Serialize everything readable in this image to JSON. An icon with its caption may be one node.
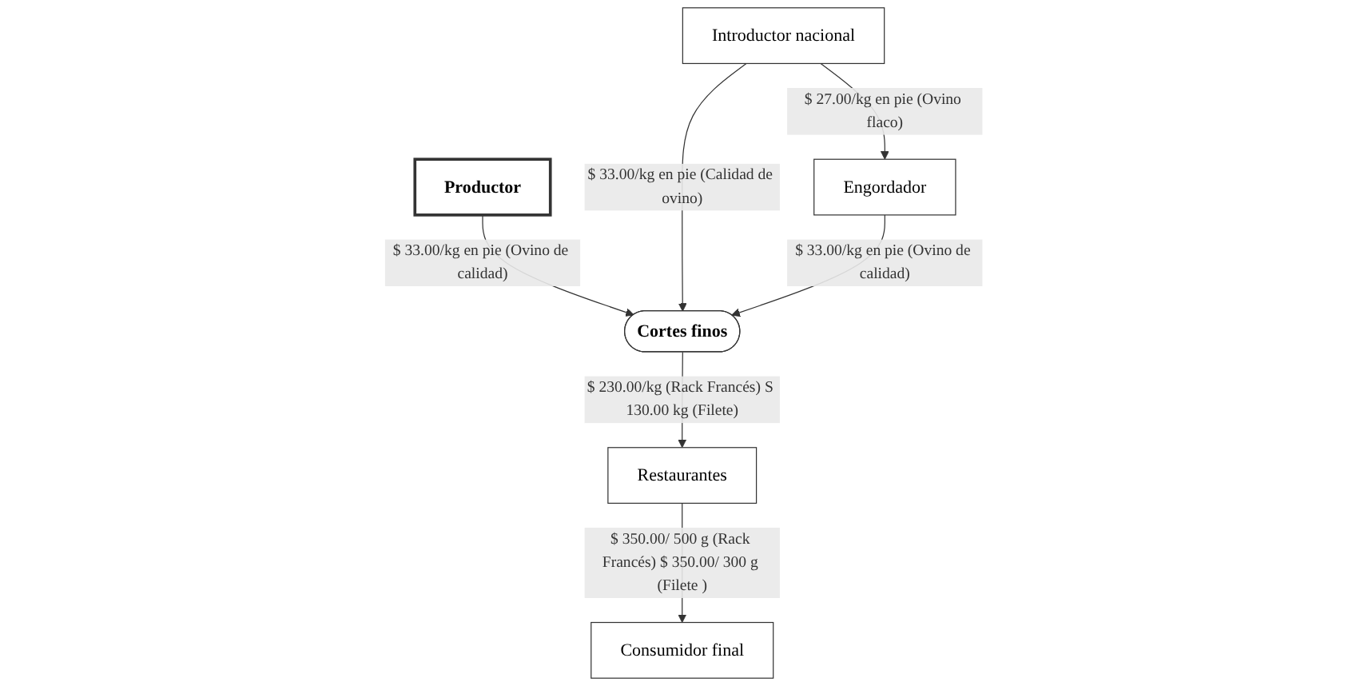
{
  "diagram": {
    "nodes": [
      {
        "text": [
          "Productor"
        ]
      },
      {
        "text": [
          "Introductor nacional"
        ]
      },
      {
        "text": [
          "Cortes finos"
        ]
      },
      {
        "text": [
          "Engordador"
        ]
      },
      {
        "text": [
          "Restaurantes"
        ]
      },
      {
        "text": [
          "Consumidor final"
        ]
      }
    ],
    "edges": [
      {
        "from": 0,
        "to": 2,
        "arrow": "to",
        "label": "$ 33.00/kg en pie (Ovino de calidad)"
      },
      {
        "from": 1,
        "to": 2,
        "arrow": "to",
        "label": "$ 33.00/kg en pie (Calidad de ovino)"
      },
      {
        "from": 1,
        "to": 3,
        "arrow": "to",
        "label": "$ 27.00/kg en pie (Ovino flaco)"
      },
      {
        "from": 3,
        "to": 2,
        "arrow": "to",
        "label": "$ 33.00/kg en pie (Ovino de calidad)"
      },
      {
        "from": 2,
        "to": 4,
        "arrow": "to",
        "label": "$ 230.00/kg (Rack Francés) S 130.00 kg (Filete)"
      },
      {
        "from": 4,
        "to": 5,
        "arrow": "to",
        "label": "$ 350.00/ 500 g (Rack Francés) $ 350.00/ 300 g (Filete )"
      }
    ]
  }
}
